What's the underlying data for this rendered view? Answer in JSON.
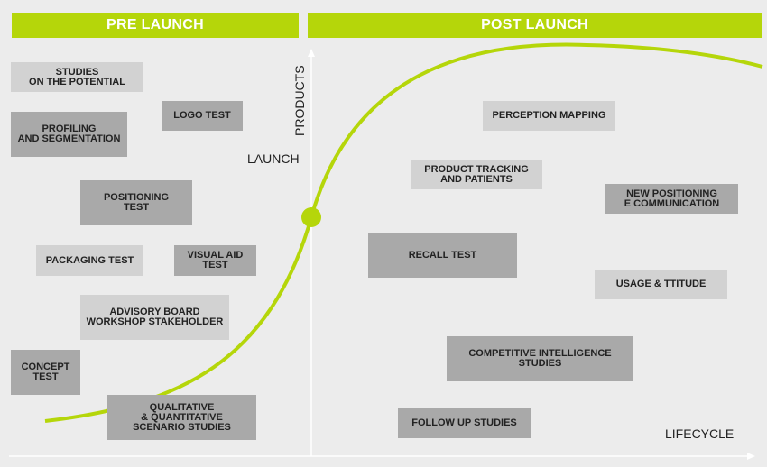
{
  "phases": {
    "pre": "PRE LAUNCH",
    "post": "POST LAUNCH"
  },
  "axes": {
    "y_label": "PRODUCTS",
    "x_label": "LIFECYCLE",
    "launch_label": "LAUNCH"
  },
  "colors": {
    "accent": "#b5d60a",
    "box_light": "#d2d2d2",
    "box_dark": "#a9a9a9",
    "background": "#ececec"
  },
  "boxes": {
    "studies_potential": "STUDIES\nON THE POTENTIAL",
    "logo_test": "LOGO TEST",
    "profiling_segmentation": "PROFILING\nAND SEGMENTATION",
    "positioning_test": "POSITIONING\nTEST",
    "packaging_test": "PACKAGING TEST",
    "visual_aid_test": "VISUAL AID\nTEST",
    "advisory_board": "ADVISORY BOARD\nWORKSHOP STAKEHOLDER",
    "concept_test": "CONCEPT\nTEST",
    "qualitative_quantitative": "QUALITATIVE\n& QUANTITATIVE\nSCENARIO STUDIES",
    "perception_mapping": "PERCEPTION MAPPING",
    "product_tracking": "PRODUCT TRACKING\nAND PATIENTS",
    "new_positioning": "NEW POSITIONING\nE COMMUNICATION",
    "recall_test": "RECALL TEST",
    "usage_attitude": "USAGE & TTITUDE",
    "competitive_intelligence": "COMPETITIVE INTELLIGENCE\nSTUDIES",
    "follow_up": "FOLLOW UP STUDIES"
  }
}
